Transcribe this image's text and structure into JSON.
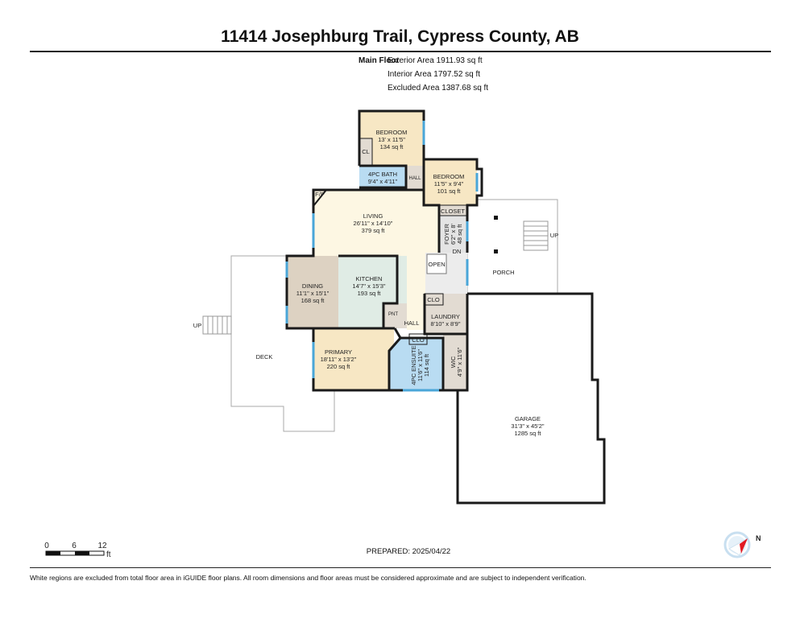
{
  "title": "11414 Josephburg Trail, Cypress County, AB",
  "floor": {
    "name": "Main Floor",
    "exterior_area": "Exterior Area 1911.93 sq ft",
    "interior_area": "Interior Area 1797.52 sq ft",
    "excluded_area": "Excluded Area 1387.68 sq ft"
  },
  "rooms": {
    "bedroom1": {
      "name": "BEDROOM",
      "dims": "13' x 11'5\"",
      "area": "134 sq ft"
    },
    "cl": {
      "name": "CL"
    },
    "bath": {
      "name": "4PC BATH",
      "dims": "9'4\" x 4'11\""
    },
    "hall_top": {
      "name": "HALL"
    },
    "bedroom2": {
      "name": "BEDROOM",
      "dims": "11'5\" x 9'4\"",
      "area": "101 sq ft"
    },
    "fp": {
      "name": "F/P"
    },
    "living": {
      "name": "LIVING",
      "dims": "26'11\" x 14'10\"",
      "area": "379 sq ft"
    },
    "closet": {
      "name": "CLOSET"
    },
    "foyer": {
      "name": "FOYER",
      "dims": "6'2\" x 8'",
      "area": "48 sq ft"
    },
    "dn": {
      "name": "DN"
    },
    "open": {
      "name": "OPEN"
    },
    "dining": {
      "name": "DINING",
      "dims": "11'1\" x 15'1\"",
      "area": "168 sq ft"
    },
    "kitchen": {
      "name": "KITCHEN",
      "dims": "14'7\" x 15'3\"",
      "area": "193 sq ft"
    },
    "pnt": {
      "name": "PNT"
    },
    "hall": {
      "name": "HALL"
    },
    "clo_laundry": {
      "name": "CLO"
    },
    "laundry": {
      "name": "LAUNDRY",
      "dims": "8'10\" x 8'9\""
    },
    "clo_ensuite": {
      "name": "CLO"
    },
    "primary": {
      "name": "PRIMARY",
      "dims": "18'11\" x 13'2\"",
      "area": "220 sq ft"
    },
    "ensuite": {
      "name": "4PC ENSUITE",
      "dims": "11'6\" x 11'6\"",
      "area": "114 sq ft"
    },
    "wic": {
      "name": "WIC",
      "dims": "4'9\" x 11'6\""
    },
    "porch": {
      "name": "PORCH"
    },
    "deck": {
      "name": "DECK"
    },
    "garage": {
      "name": "GARAGE",
      "dims": "31'3\" x 45'2\"",
      "area": "1285 sq ft"
    },
    "up_porch": "UP",
    "up_deck": "UP"
  },
  "scale": {
    "labels": [
      "0",
      "6",
      "12"
    ],
    "unit": "ft"
  },
  "compass": {
    "label": "N"
  },
  "prepared": "PREPARED: 2025/04/22",
  "footnote": "White regions are excluded from total floor area in iGUIDE floor plans. All room dimensions and floor areas must be considered approximate and are subject to independent verification.",
  "colors": {
    "bedroom": "#f7e7c4",
    "bath": "#b9dcf2",
    "living": "#fdf7e3",
    "dining": "#ddd2c2",
    "kitchen": "#e0ece5",
    "utility": "#e2dbd2",
    "wall": "#1a1a1a",
    "window": "#4aa6d8"
  }
}
